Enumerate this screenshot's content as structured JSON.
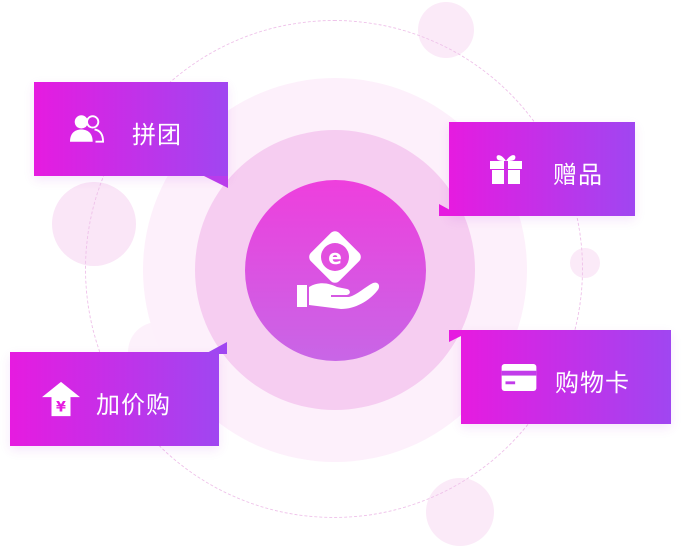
{
  "center": {
    "icon": "hand-holding-coin-icon",
    "colors": [
      "#ee3fdd",
      "#c866e6"
    ]
  },
  "features": {
    "group_buy": {
      "label": "拼团",
      "icon": "users-icon"
    },
    "gift": {
      "label": "赠品",
      "icon": "gift-icon"
    },
    "add_on": {
      "label": "加价购",
      "icon": "yen-up-arrow-icon"
    },
    "gift_card": {
      "label": "购物卡",
      "icon": "card-icon"
    }
  },
  "colors": {
    "card_gradient_start": "#e61be0",
    "card_gradient_end": "#a046f1",
    "ring_light": "#fdf0fb",
    "ring_mid": "#f6cdf1"
  }
}
